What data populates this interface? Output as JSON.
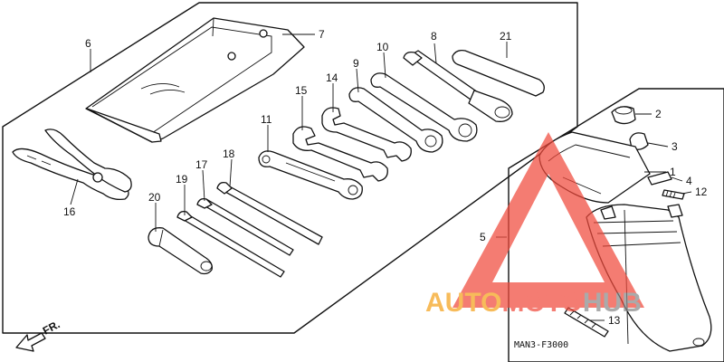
{
  "callouts": [
    {
      "id": "c1",
      "label": "1"
    },
    {
      "id": "c2",
      "label": "2"
    },
    {
      "id": "c3",
      "label": "3"
    },
    {
      "id": "c4",
      "label": "4"
    },
    {
      "id": "c5",
      "label": "5"
    },
    {
      "id": "c6",
      "label": "6"
    },
    {
      "id": "c7",
      "label": "7"
    },
    {
      "id": "c8",
      "label": "8"
    },
    {
      "id": "c9",
      "label": "9"
    },
    {
      "id": "c10",
      "label": "10"
    },
    {
      "id": "c11",
      "label": "11"
    },
    {
      "id": "c12",
      "label": "12"
    },
    {
      "id": "c13",
      "label": "13"
    },
    {
      "id": "c14",
      "label": "14"
    },
    {
      "id": "c15",
      "label": "15"
    },
    {
      "id": "c16",
      "label": "16"
    },
    {
      "id": "c17",
      "label": "17"
    },
    {
      "id": "c18",
      "label": "18"
    },
    {
      "id": "c19",
      "label": "19"
    },
    {
      "id": "c20",
      "label": "20"
    },
    {
      "id": "c21",
      "label": "21"
    }
  ],
  "direction_label": "FR.",
  "diagram_code": "MAN3-F3000",
  "watermark": {
    "part1": "AUTO",
    "part2": "MOTO",
    "part3": "HUB",
    "color_orange": "#f5a21b",
    "color_red": "#f04a3c",
    "color_gray": "#8a8a8a"
  }
}
